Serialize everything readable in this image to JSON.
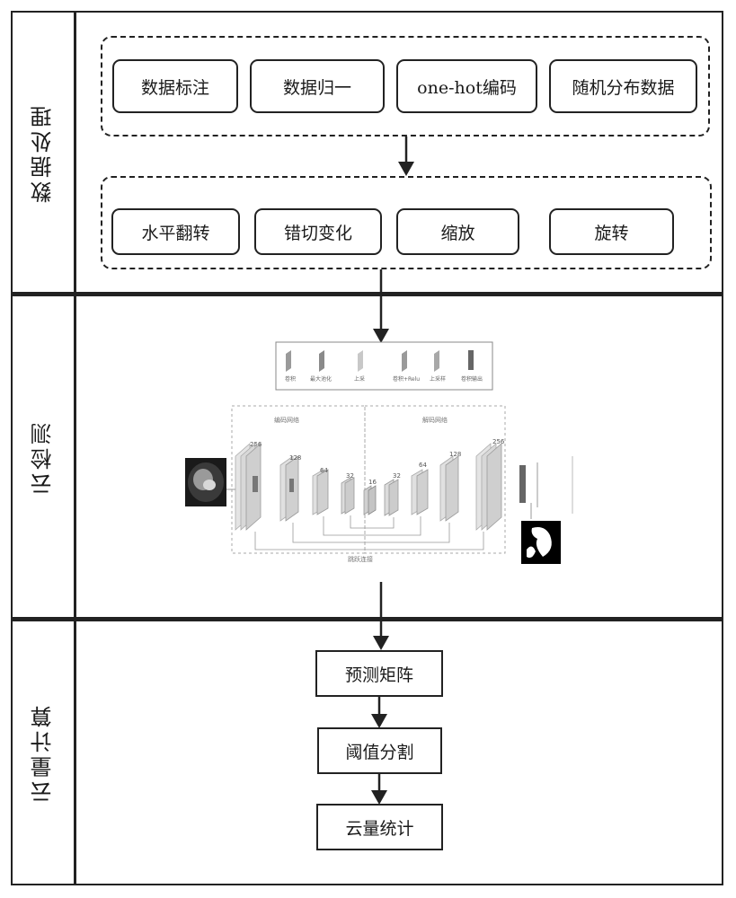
{
  "sections": {
    "data_processing": "数据处理",
    "cloud_detection": "云检测",
    "cloud_calc": "云量计算"
  },
  "preprocess": [
    "数据标注",
    "数据归一",
    "one-hot编码",
    "随机分布数据"
  ],
  "augment": [
    "水平翻转",
    "错切变化",
    "缩放",
    "旋转"
  ],
  "network": {
    "legend": [
      "卷积",
      "最大池化",
      "上采",
      "卷积+Relu",
      "上采样",
      "卷积输出"
    ],
    "encoder_label": "编码网络",
    "decoder_label": "解码网络",
    "skip_label": "跳跃连接",
    "enc_channels": [
      "256",
      "128",
      "64",
      "32"
    ],
    "bottleneck": "16",
    "dec_channels": [
      "32",
      "64",
      "128",
      "256"
    ]
  },
  "calc_steps": [
    "预测矩阵",
    "阈值分割",
    "云量统计"
  ]
}
